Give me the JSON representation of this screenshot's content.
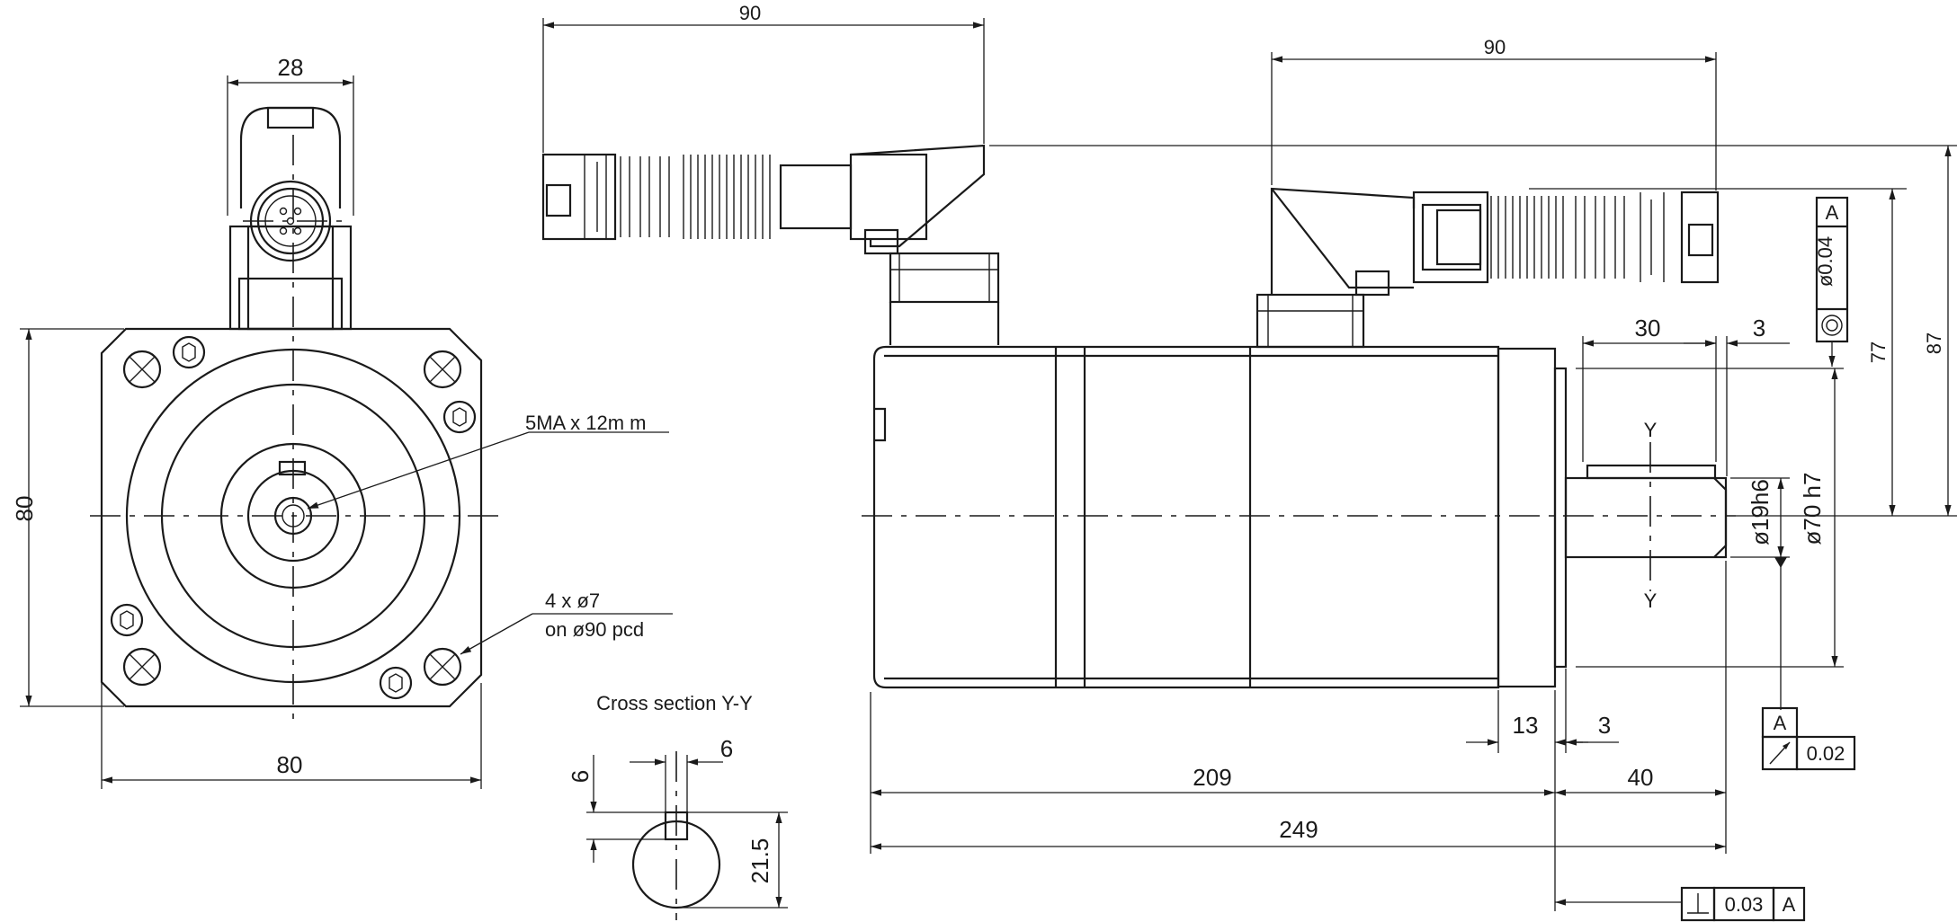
{
  "views": {
    "front": {
      "dim_flange_width": "80",
      "dim_flange_height": "80",
      "dim_connector_width": "28",
      "note_tapped_hole": "5MA x 12m m",
      "note_holes_line1": "4 x ø7",
      "note_holes_line2": "on ø90  pcd"
    },
    "connector_top": {
      "dim_length": "90"
    },
    "side": {
      "dim_connector_length": "90",
      "dim_key_length": "30",
      "dim_key_offset": "3",
      "dim_shaft_dia": "ø19h6",
      "dim_pilot_dia": "ø70 h7",
      "dim_height_77": "77",
      "dim_height_87": "87",
      "dim_flange_thk": "13",
      "dim_pilot_len": "3",
      "dim_body_len": "209",
      "dim_shaft_len": "40",
      "dim_total_len": "249",
      "section_mark_top": "Y",
      "section_mark_bottom": "Y"
    },
    "cross_section": {
      "title": "Cross section Y-Y",
      "dim_key_width": "6",
      "dim_key_depth": "6",
      "dim_shaft_height": "21.5"
    }
  },
  "tolerances": {
    "concentricity": {
      "value": "ø0.04",
      "datum": "A"
    },
    "runout": {
      "datum_label": "A",
      "value": "0.02"
    },
    "perpendicularity": {
      "value": "0.03",
      "datum": "A"
    }
  }
}
